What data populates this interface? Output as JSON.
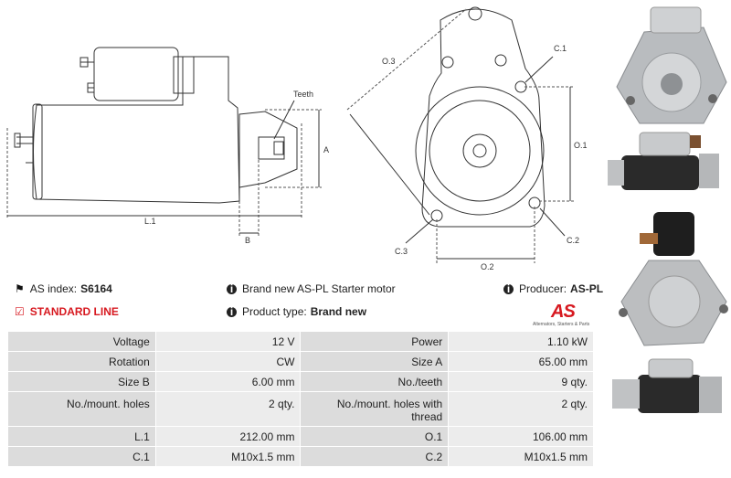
{
  "drawing": {
    "labels": {
      "teeth": "Teeth",
      "a": "A",
      "b": "B",
      "l1": "L.1",
      "o1": "O.1",
      "o2": "O.2",
      "o3": "O.3",
      "c1": "C.1",
      "c2": "C.2",
      "c3": "C.3"
    }
  },
  "info": {
    "as_index_label": "AS index:",
    "as_index_value": "S6164",
    "product_line": "STANDARD LINE",
    "description": "Brand new AS-PL Starter motor",
    "product_type_label": "Product type:",
    "product_type_value": "Brand new",
    "producer_label": "Producer:",
    "producer_value": "AS-PL"
  },
  "logo": {
    "mark": "AS",
    "tagline": "Alternators, Starters & Parts"
  },
  "specs": [
    {
      "l1": "Voltage",
      "v1": "12 V",
      "l2": "Power",
      "v2": "1.10 kW"
    },
    {
      "l1": "Rotation",
      "v1": "CW",
      "l2": "Size A",
      "v2": "65.00 mm"
    },
    {
      "l1": "Size B",
      "v1": "6.00 mm",
      "l2": "No./teeth",
      "v2": "9 qty."
    },
    {
      "l1": "No./mount. holes",
      "v1": "2 qty.",
      "l2": "No./mount. holes with thread",
      "v2": "2 qty."
    },
    {
      "l1": "L.1",
      "v1": "212.00 mm",
      "l2": "O.1",
      "v2": "106.00 mm"
    },
    {
      "l1": "C.1",
      "v1": "M10x1.5 mm",
      "l2": "C.2",
      "v2": "M10x1.5 mm"
    }
  ]
}
